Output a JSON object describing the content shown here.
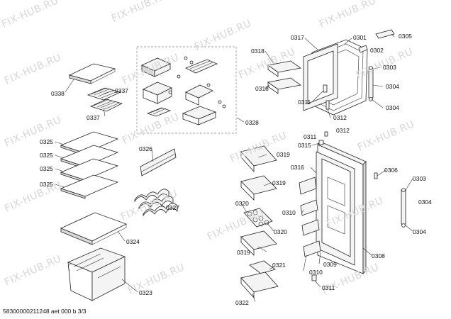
{
  "watermark": "FIX-HUB.RU",
  "footer": "58300000211248 aet 000 b 3/3",
  "labels": {
    "l0338": "0338",
    "l0337a": "0337",
    "l0337b": "0337",
    "l0325a": "0325",
    "l0325b": "0325",
    "l0325c": "0325",
    "l0325d": "0325",
    "l0326": "0326",
    "l0327": "0327",
    "l0324": "0324",
    "l0323": "0323",
    "l0328": "0328",
    "l0317": "0317",
    "l0301": "0301",
    "l0305": "0305",
    "l0318a": "0318",
    "l0318b": "0318",
    "l0302": "0302",
    "l0303a": "0303",
    "l0304a": "0304",
    "l0304b": "0304",
    "l0311a": "0311",
    "l0312a": "0312",
    "l0311b": "0311",
    "l0312b": "0312",
    "l0315": "0315",
    "l0319a": "0319",
    "l0319b": "0319",
    "l0319c": "0319",
    "l0316": "0316",
    "l0306": "0306",
    "l0303b": "0303",
    "l0304c": "0304",
    "l0304d": "0304",
    "l0320a": "0320",
    "l0320b": "0320",
    "l0310a": "0310",
    "l0310b": "0310",
    "l0309": "0309",
    "l0308": "0308",
    "l0321": "0321",
    "l0322": "0322",
    "l0311c": "0311"
  }
}
